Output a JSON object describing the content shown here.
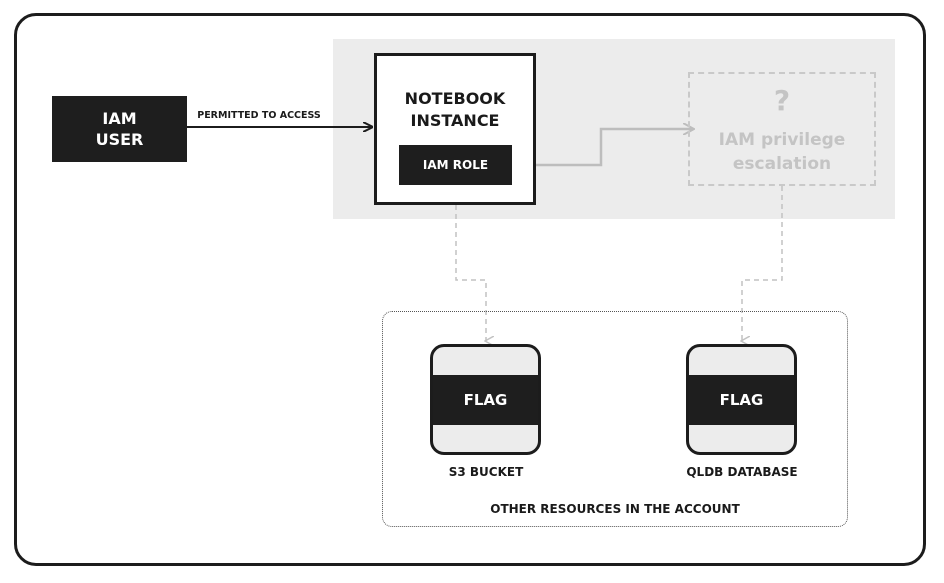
{
  "diagram": {
    "iam_user": "IAM\nUSER",
    "edge_label": "PERMITTED TO ACCESS",
    "notebook_title": "NOTEBOOK\nINSTANCE",
    "iam_role": "IAM ROLE",
    "privilege_icon": "question-mark-icon",
    "privilege_symbol": "?",
    "privilege_text": "IAM privilege\nescalation",
    "s3_flag": "FLAG",
    "s3_label": "S3 BUCKET",
    "qldb_flag": "FLAG",
    "qldb_label": "QLDB DATABASE",
    "resources_label": "OTHER RESOURCES IN THE ACCOUNT"
  }
}
